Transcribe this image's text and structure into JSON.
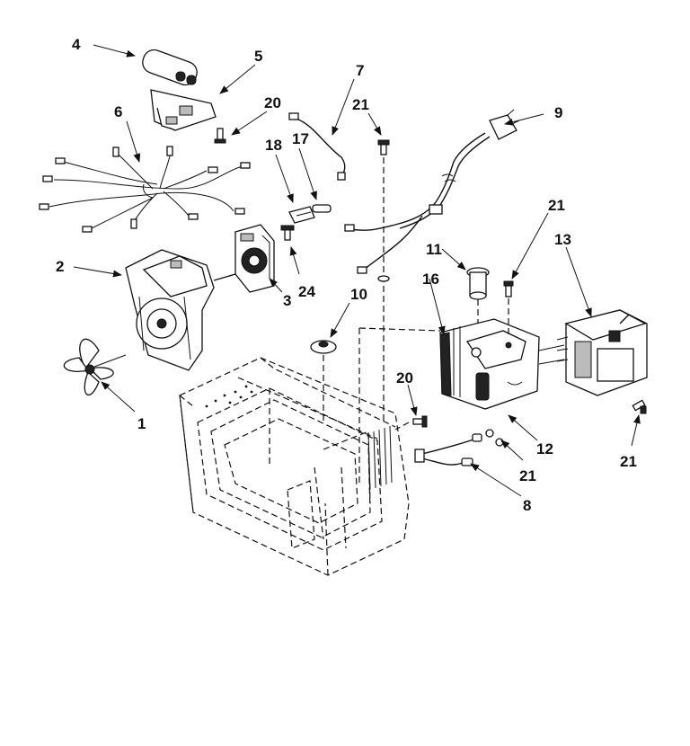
{
  "diagram": {
    "callouts": [
      {
        "id": "c4",
        "text": "4"
      },
      {
        "id": "c5",
        "text": "5"
      },
      {
        "id": "c20a",
        "text": "20"
      },
      {
        "id": "c6",
        "text": "6"
      },
      {
        "id": "c7",
        "text": "7"
      },
      {
        "id": "c21a",
        "text": "21"
      },
      {
        "id": "c9",
        "text": "9"
      },
      {
        "id": "c18",
        "text": "18"
      },
      {
        "id": "c17",
        "text": "17"
      },
      {
        "id": "c2",
        "text": "2"
      },
      {
        "id": "c24",
        "text": "24"
      },
      {
        "id": "c3",
        "text": "3"
      },
      {
        "id": "c10",
        "text": "10"
      },
      {
        "id": "c11",
        "text": "11"
      },
      {
        "id": "c16",
        "text": "16"
      },
      {
        "id": "c21b",
        "text": "21"
      },
      {
        "id": "c13",
        "text": "13"
      },
      {
        "id": "c1",
        "text": "1"
      },
      {
        "id": "c20b",
        "text": "20"
      },
      {
        "id": "c12",
        "text": "12"
      },
      {
        "id": "c21c",
        "text": "21"
      },
      {
        "id": "c21d",
        "text": "21"
      },
      {
        "id": "c8",
        "text": "8"
      }
    ]
  }
}
